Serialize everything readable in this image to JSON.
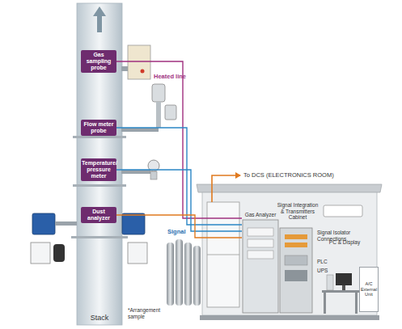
{
  "diagram": {
    "nodes": [
      {
        "text": [
          "Stack"
        ]
      },
      {
        "text": [
          "Gas sampling probe"
        ],
        "in": 0
      },
      {
        "text": [
          "Flow meter probe"
        ],
        "in": 0
      },
      {
        "text": [
          "Temperature/ pressure meter"
        ],
        "in": 0
      },
      {
        "text": [
          "Dust analyzer"
        ],
        "in": 0
      },
      {
        "text": [
          "Gas Analyzer"
        ]
      },
      {
        "text": [
          "Signal Integration & Transmitters Cabinet"
        ]
      },
      {
        "text": [
          "PC & Display"
        ]
      },
      {
        "text": [
          "A/C External Unit"
        ]
      }
    ],
    "edges": [
      {
        "from": 1,
        "to": 5,
        "arrow": "none",
        "label": "Heated line"
      },
      {
        "from": 2,
        "to": 5,
        "arrow": "none"
      },
      {
        "from": 3,
        "to": 5,
        "arrow": "none"
      },
      {
        "from": 4,
        "to": 5,
        "arrow": "none",
        "label": "Signal"
      }
    ],
    "labels": [
      "To DCS (ELECTRONICS ROOM)",
      "Signal Isolator Connections",
      "PLC",
      "UPS",
      "*Arrangement sample"
    ]
  }
}
